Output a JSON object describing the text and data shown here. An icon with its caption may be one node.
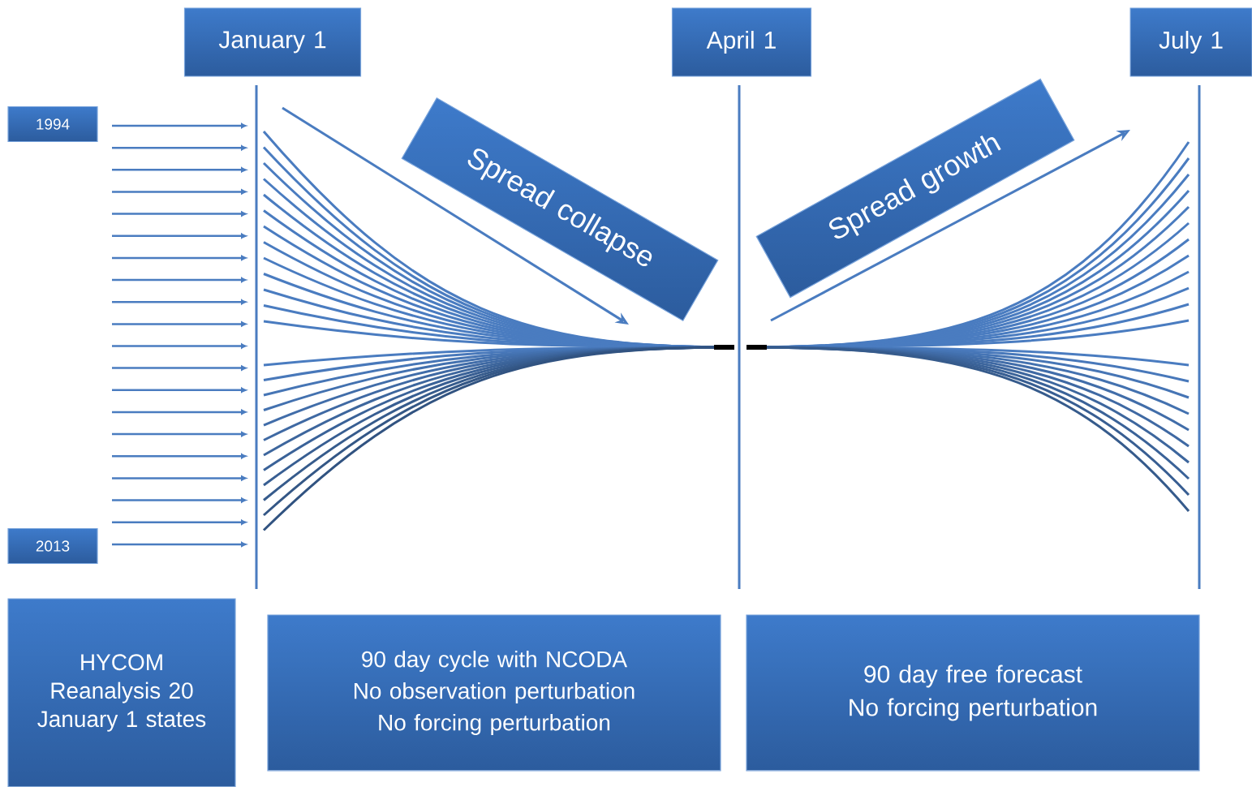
{
  "diagram": {
    "nodes": [
      {
        "text": [
          "January 1"
        ]
      },
      {
        "text": [
          "April 1"
        ]
      },
      {
        "text": [
          "July 1"
        ]
      },
      {
        "text": [
          "1994"
        ]
      },
      {
        "text": [
          "2013"
        ]
      },
      {
        "text": [
          "Spread collapse"
        ]
      },
      {
        "text": [
          "Spread growth"
        ]
      },
      {
        "text": [
          "HYCOM Reanalysis 20 January 1 states"
        ]
      },
      {
        "text": [
          "90 day cycle with NCODA",
          "No observation perturbation",
          "No forcing perturbation"
        ]
      },
      {
        "text": [
          "90 day free forecast",
          "No forcing perturbation"
        ]
      }
    ]
  }
}
